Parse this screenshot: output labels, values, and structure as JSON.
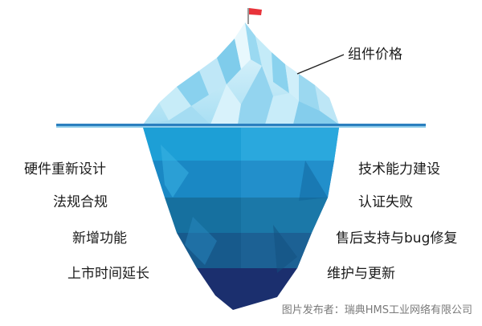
{
  "labels": {
    "top": "组件价格",
    "left": [
      "硬件重新设计",
      "法规合规",
      "新增功能",
      "上市时间延长"
    ],
    "right": [
      "技术能力建设",
      "认证失败",
      "售后支持与bug修复",
      "维护与更新"
    ]
  },
  "caption": "图片发布者：瑞典HMS工业网络有限公司",
  "colors": {
    "flag": "#e8333a",
    "water_line": "#2b7fbf",
    "ice_light": "#dff4fb",
    "ice_mid": "#9fdaf1",
    "ice_deep": "#1b2f6e"
  }
}
